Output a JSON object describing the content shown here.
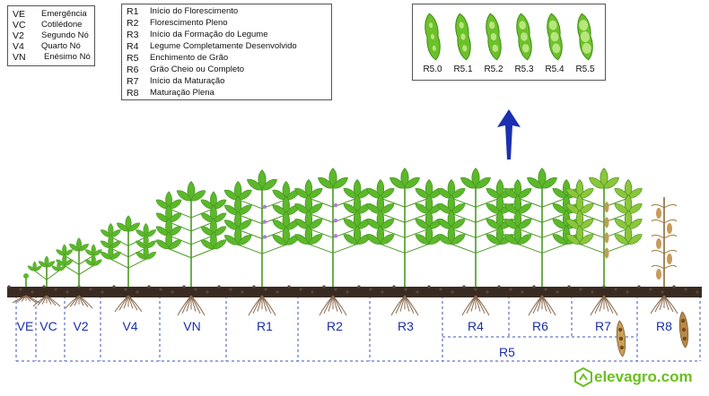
{
  "legend_left": {
    "items": [
      {
        "code": "VE",
        "label": "Emergência"
      },
      {
        "code": "VC",
        "label": "Cotilédone"
      },
      {
        "code": "V2",
        "label": "Segundo Nó"
      },
      {
        "code": "V4",
        "label": "Quarto Nó"
      },
      {
        "code": "VN",
        "label": "Enésimo Nó"
      }
    ]
  },
  "legend_right": {
    "items": [
      {
        "code": "R1",
        "label": "Início do Florescimento"
      },
      {
        "code": "R2",
        "label": "Florescimento Pleno"
      },
      {
        "code": "R3",
        "label": "Início da Formação do Legume"
      },
      {
        "code": "R4",
        "label": "Legume Completamente Desenvolvido"
      },
      {
        "code": "R5",
        "label": "Enchimento de Grão"
      },
      {
        "code": "R6",
        "label": "Grão Cheio ou Completo"
      },
      {
        "code": "R7",
        "label": "Início da Maturação"
      },
      {
        "code": "R8",
        "label": "Maturação Plena"
      }
    ]
  },
  "pods_box": {
    "labels": [
      "R5.0",
      "R5.1",
      "R5.2",
      "R5.3",
      "R5.4",
      "R5.5"
    ]
  },
  "stages": [
    "VE",
    "VC",
    "V2",
    "V4",
    "VN",
    "R1",
    "R2",
    "R3",
    "R4",
    "R6",
    "R7",
    "R8"
  ],
  "r5_label": "R5",
  "brand": "elevagro.com",
  "colors": {
    "stage_text": "#1a2ea8",
    "arrow": "#1b2fb0",
    "leaf": "#5cb82a",
    "soil": "#3a2b22",
    "root": "#8a6a50",
    "dashed": "#3a55b5",
    "brand": "#6bbf1e"
  }
}
